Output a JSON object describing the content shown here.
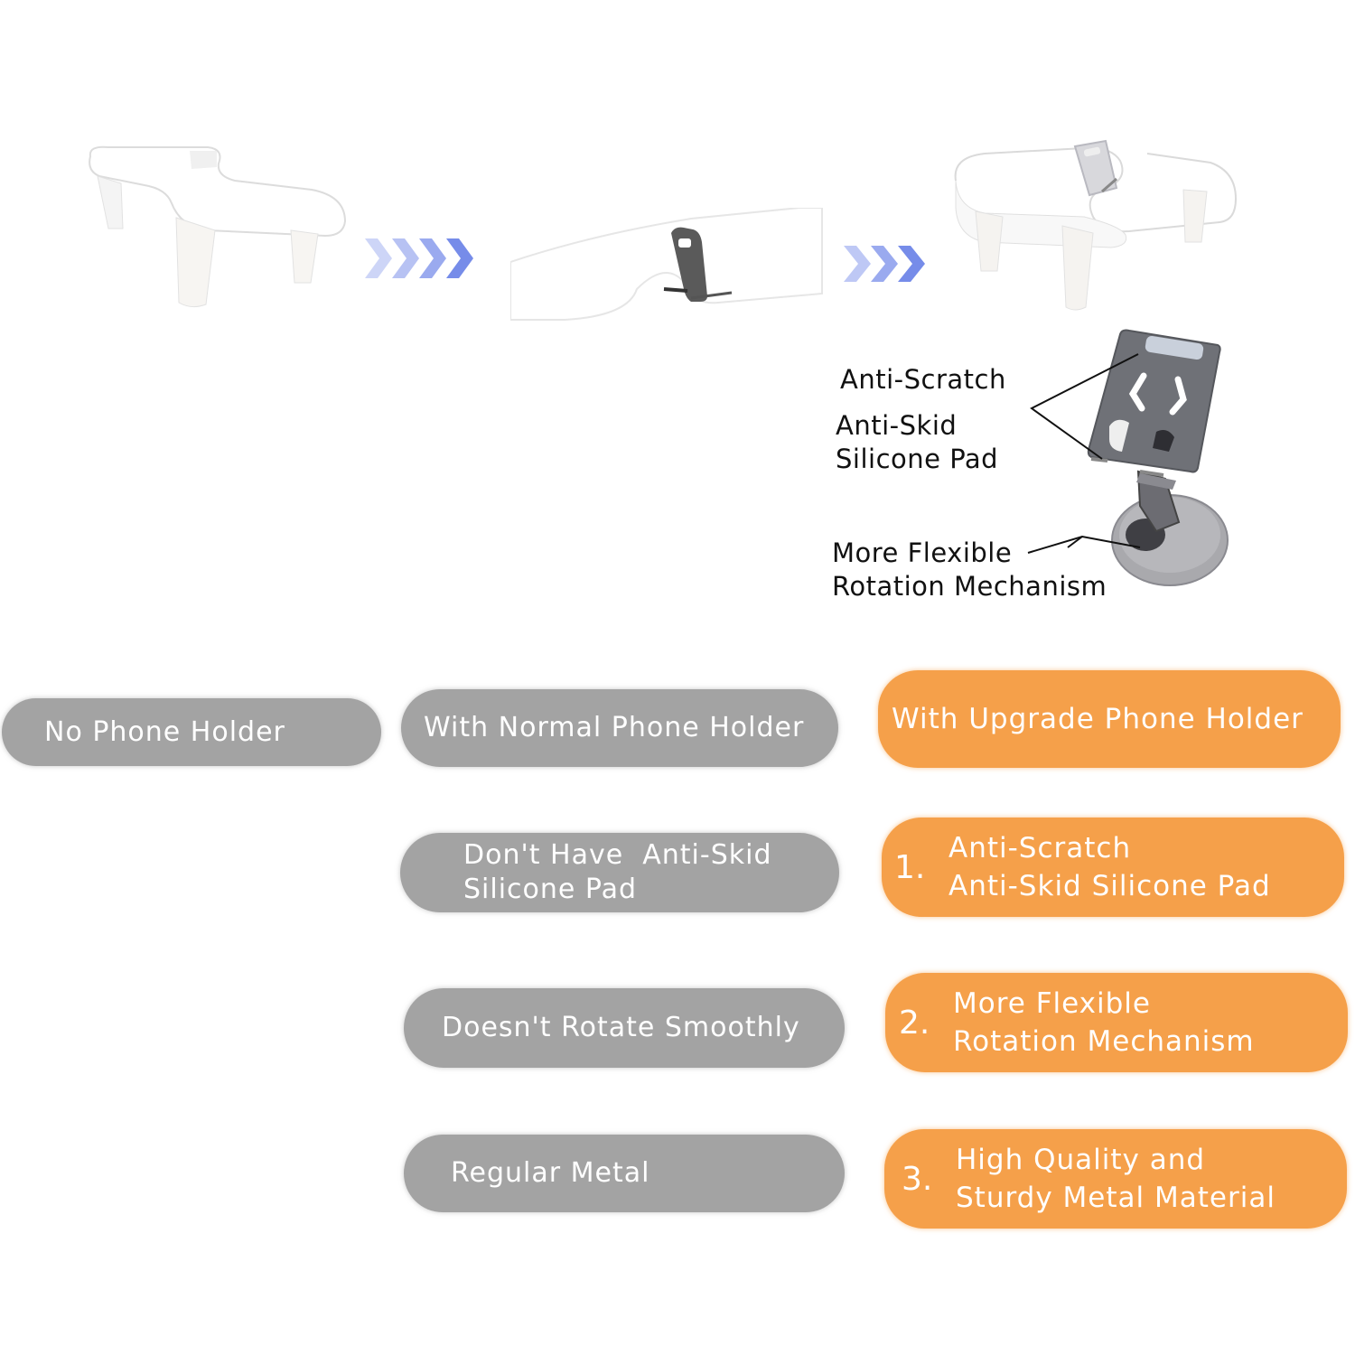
{
  "callouts": {
    "anti_scratch": "Anti-Scratch",
    "anti_skid": "Anti-Skid\nSilicone Pad",
    "rotation": "More Flexible\nRotation Mechanism"
  },
  "columns": {
    "no_holder": "No Phone Holder",
    "normal_holder": "With Normal Phone Holder",
    "upgrade_holder": "With Upgrade Phone Holder"
  },
  "normal_features": [
    "Don't Have  Anti-Skid\nSilicone Pad",
    "Doesn't Rotate Smoothly",
    "Regular Metal"
  ],
  "upgrade_features": [
    {
      "num": "1.",
      "text": "Anti-Scratch\nAnti-Skid Silicone Pad"
    },
    {
      "num": "2.",
      "text": "More Flexible\nRotation Mechanism"
    },
    {
      "num": "3.",
      "text": "High Quality and\nSturdy Metal Material"
    }
  ],
  "colors": {
    "gray": "#a3a3a3",
    "orange": "#f5a04a",
    "arrow": "#6f86e8"
  },
  "icons": [
    "armrest-plain-image",
    "double-chevron-arrow-icon",
    "armrest-with-holder-image",
    "phone-stand-image"
  ]
}
